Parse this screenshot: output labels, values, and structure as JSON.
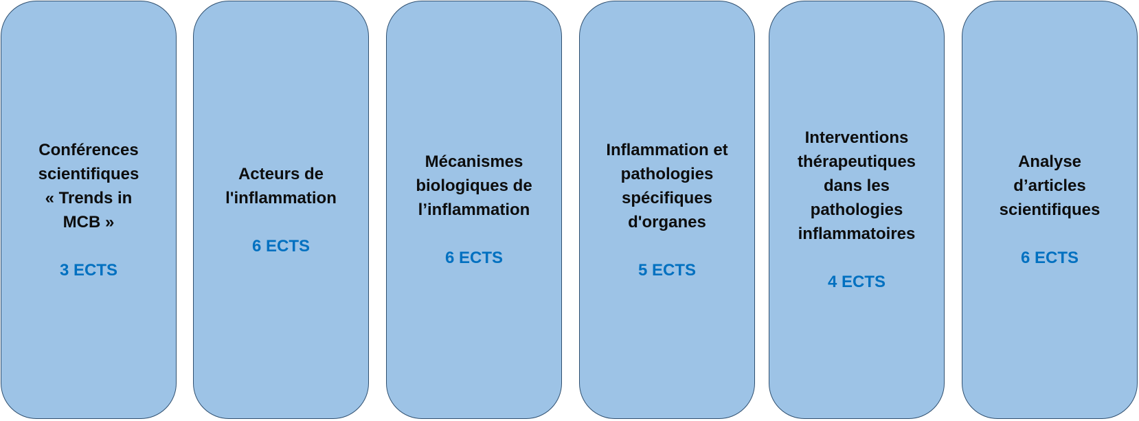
{
  "modules": [
    {
      "title": "Conférences\nscientifiques\n« Trends in\nMCB »",
      "credits": "3 ECTS"
    },
    {
      "title": "Acteurs de\nl'inflammation",
      "credits": "6 ECTS"
    },
    {
      "title": "Mécanismes\nbiologiques de\nl’inflammation",
      "credits": "6 ECTS"
    },
    {
      "title": "Inflammation et\npathologies\nspécifiques\nd'organes",
      "credits": "5 ECTS"
    },
    {
      "title": "Interventions\nthérapeutiques\ndans les\npathologies\ninflammatoires",
      "credits": "4 ECTS"
    },
    {
      "title": "Analyse\nd’articles\nscientifiques",
      "credits": "6 ECTS"
    }
  ],
  "colors": {
    "card_fill": "#9dc3e6",
    "card_border": "#2f4f6f",
    "title_text": "#0d0d0d",
    "credits_text": "#0070c0"
  }
}
